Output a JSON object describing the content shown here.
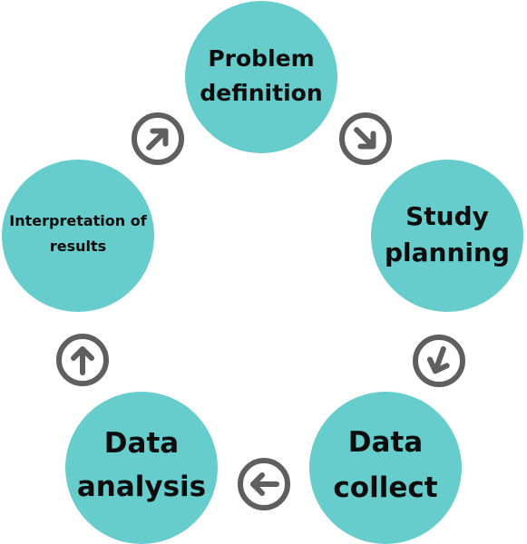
{
  "nodes": {
    "problem_definition": "Problem definition",
    "study_planning": "Study planning",
    "data_collect": "Data collect",
    "data_analysis": "Data analysis",
    "interpretation": "Interpretation of results"
  },
  "colors": {
    "node_fill": "#66cccc",
    "arrow_stroke": "#5f5f5f",
    "text": "#0d0d0d"
  },
  "icons": {
    "arrow_problem_to_study": "arrow-down-right-icon",
    "arrow_study_to_collect": "arrow-down-left-icon",
    "arrow_collect_to_analysis": "arrow-left-icon",
    "arrow_analysis_to_interp": "arrow-up-icon",
    "arrow_interp_to_problem": "arrow-up-right-icon"
  }
}
